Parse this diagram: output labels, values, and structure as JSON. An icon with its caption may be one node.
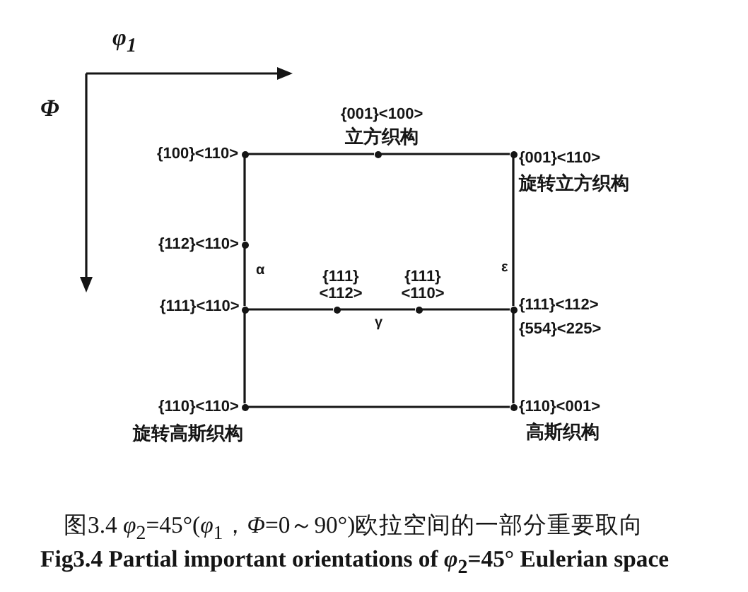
{
  "diagram": {
    "caption": "图3.4 *φ*$_{2}$=45°(*φ*$_{1}$，*Φ*=0～90°)欧拉空间的一部分重要取向",
    "nodes": [
      {
        "text": [],
        "shape": "circle",
        "beside": [
          "{100}<110>"
        ]
      },
      {
        "text": [],
        "shape": "circle",
        "beside": [
          "{001}<100>",
          "立方织构"
        ]
      },
      {
        "text": [],
        "shape": "circle",
        "beside": [
          "{001}<110>",
          "旋转立方织构"
        ]
      },
      {
        "text": [],
        "shape": "circle",
        "beside": [
          "{112}<110>"
        ]
      },
      {
        "text": [],
        "shape": "circle",
        "beside": [
          "{111}<110>"
        ]
      },
      {
        "text": [],
        "shape": "circle",
        "beside": [
          "{111} <112>"
        ]
      },
      {
        "text": [],
        "shape": "circle",
        "beside": [
          "{111} <110>"
        ]
      },
      {
        "text": [],
        "shape": "circle",
        "beside": [
          "{111}<112>",
          "{554}<225>"
        ]
      },
      {
        "text": [],
        "shape": "circle",
        "beside": [
          "{110}<110>",
          "旋转高斯织构"
        ]
      },
      {
        "text": [],
        "shape": "circle",
        "beside": [
          "{110}<001>",
          "高斯织构"
        ]
      }
    ],
    "edges": [
      {
        "from": 0,
        "to": 1,
        "arrow": "none"
      },
      {
        "from": 1,
        "to": 2,
        "arrow": "none"
      },
      {
        "from": 0,
        "to": 3,
        "arrow": "none"
      },
      {
        "from": 3,
        "to": 4,
        "arrow": "none"
      },
      {
        "from": 4,
        "to": 8,
        "arrow": "none"
      },
      {
        "from": 4,
        "to": 5,
        "arrow": "none"
      },
      {
        "from": 5,
        "to": 6,
        "arrow": "none"
      },
      {
        "from": 6,
        "to": 7,
        "arrow": "none"
      },
      {
        "from": 2,
        "to": 7,
        "arrow": "none"
      },
      {
        "from": 7,
        "to": 9,
        "arrow": "none"
      },
      {
        "from": 8,
        "to": 9,
        "arrow": "none"
      }
    ],
    "labels": [
      "φ$_{1}$",
      "Φ",
      "α",
      "ε",
      "γ",
      "Fig3.4 Partial important orientations of *φ*$_{2}$=45° Eulerian space"
    ]
  }
}
